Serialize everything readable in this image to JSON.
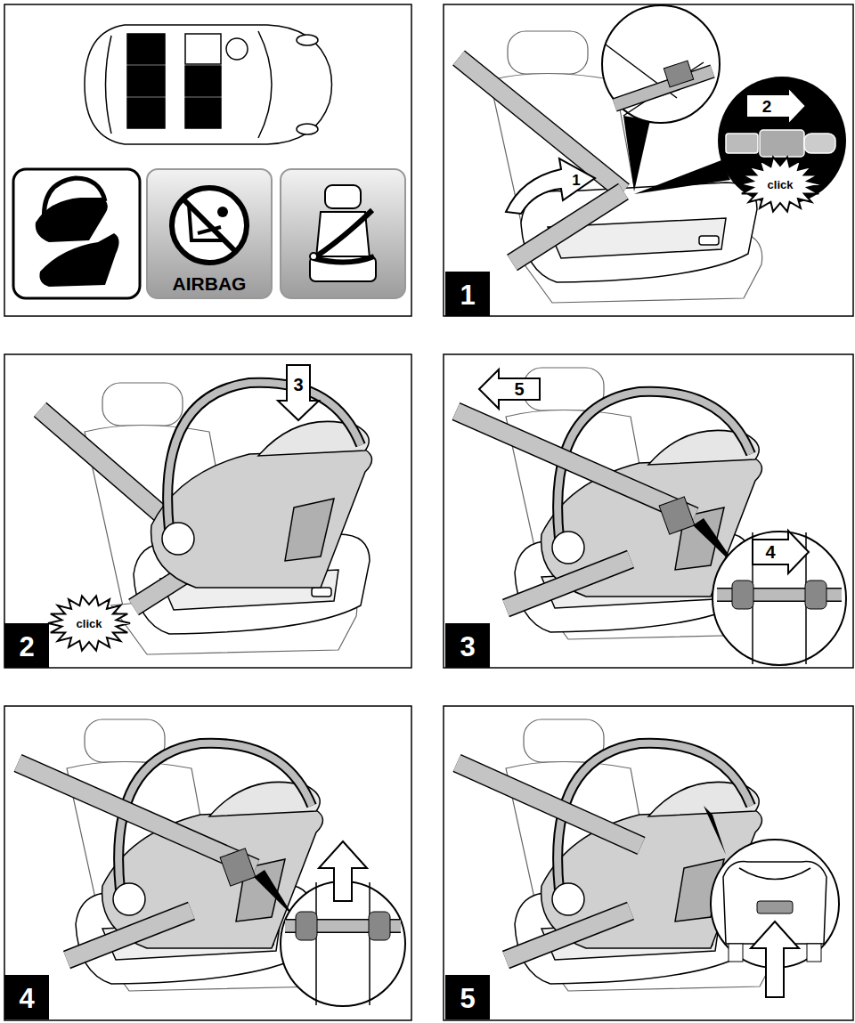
{
  "diagram": {
    "labels": [
      "AIRBAG",
      "2",
      "1",
      "click",
      "1",
      "3",
      "click",
      "2",
      "5",
      "4",
      "3",
      "4",
      "5"
    ]
  }
}
